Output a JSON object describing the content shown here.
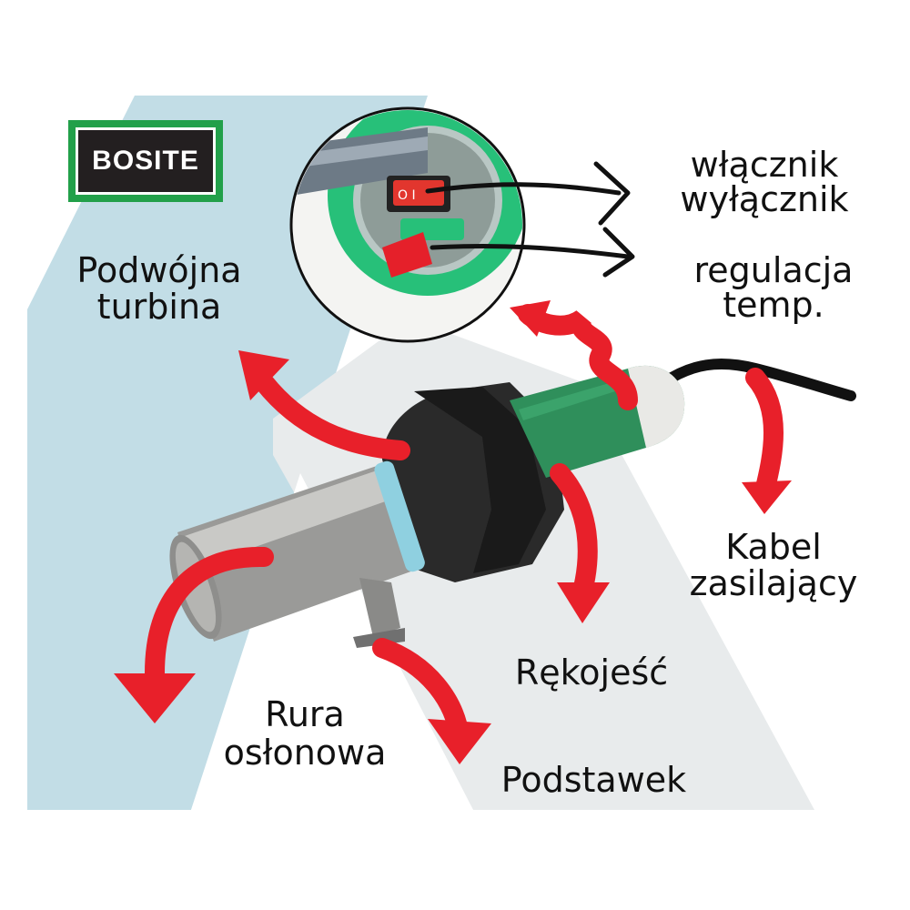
{
  "brand": {
    "logo_text": "BOSITE",
    "colors": {
      "green": "#22a04a",
      "dark": "#231f20",
      "arrow_red": "#e8202a"
    }
  },
  "labels": {
    "twin_turbine": [
      "Podwójna",
      "turbina"
    ],
    "switch": [
      "włącznik",
      "wyłącznik"
    ],
    "temp_control": [
      "regulacja",
      "temp."
    ],
    "power_cable": [
      "Kabel",
      "zasilający"
    ],
    "handle": "Rękojeść",
    "protective_tube": [
      "Rura",
      "osłonowa"
    ],
    "stand": "Podstawek"
  }
}
